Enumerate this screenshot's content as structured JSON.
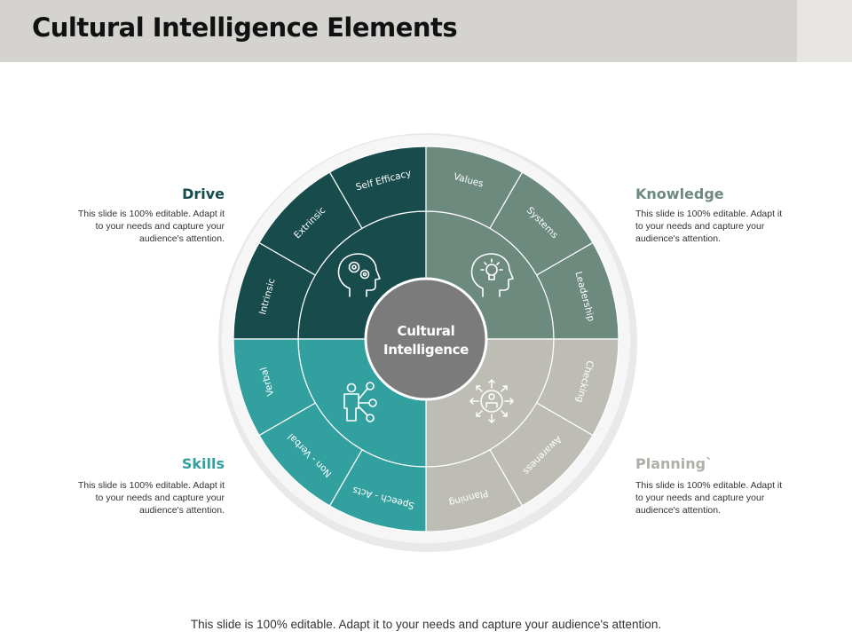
{
  "title": "Cultural Intelligence Elements",
  "center": {
    "line1": "Cultural",
    "line2": "Intelligence"
  },
  "colors": {
    "drive": "#184b4b",
    "knowledge": "#6d8a7e",
    "skills": "#33a0a0",
    "planning": "#bebdb5"
  },
  "icons": {
    "drive": "head-gears-icon",
    "knowledge": "head-lightbulb-icon",
    "skills": "person-network-icon",
    "planning": "person-arrows-icon"
  },
  "quadrants": {
    "drive": {
      "heading": "Drive",
      "desc": [
        "This slide is 100% editable. Adapt it",
        "to your needs and capture your",
        "audience's attention."
      ],
      "segments": [
        "Intrinsic",
        "Extrinsic",
        "Self Efficacy"
      ]
    },
    "knowledge": {
      "heading": "Knowledge",
      "desc": [
        "This slide is 100% editable. Adapt it",
        "to your needs and capture your",
        "audience's attention."
      ],
      "segments": [
        "Values",
        "Systems",
        "Leadership"
      ]
    },
    "planning": {
      "heading": "Planning`",
      "desc": [
        "This slide is 100% editable. Adapt it",
        "to your needs and capture your",
        "audience's attention."
      ],
      "segments": [
        "Checking",
        "Awareness",
        "Planning"
      ]
    },
    "skills": {
      "heading": "Skills",
      "desc": [
        "This slide is 100% editable. Adapt it",
        "to your needs and capture your",
        "audience's attention."
      ],
      "segments": [
        "Speech - Acts",
        "Non - Verbal",
        "Verbal"
      ]
    }
  },
  "footer": "This slide is 100% editable.  Adapt it to your needs and capture your audience's attention."
}
